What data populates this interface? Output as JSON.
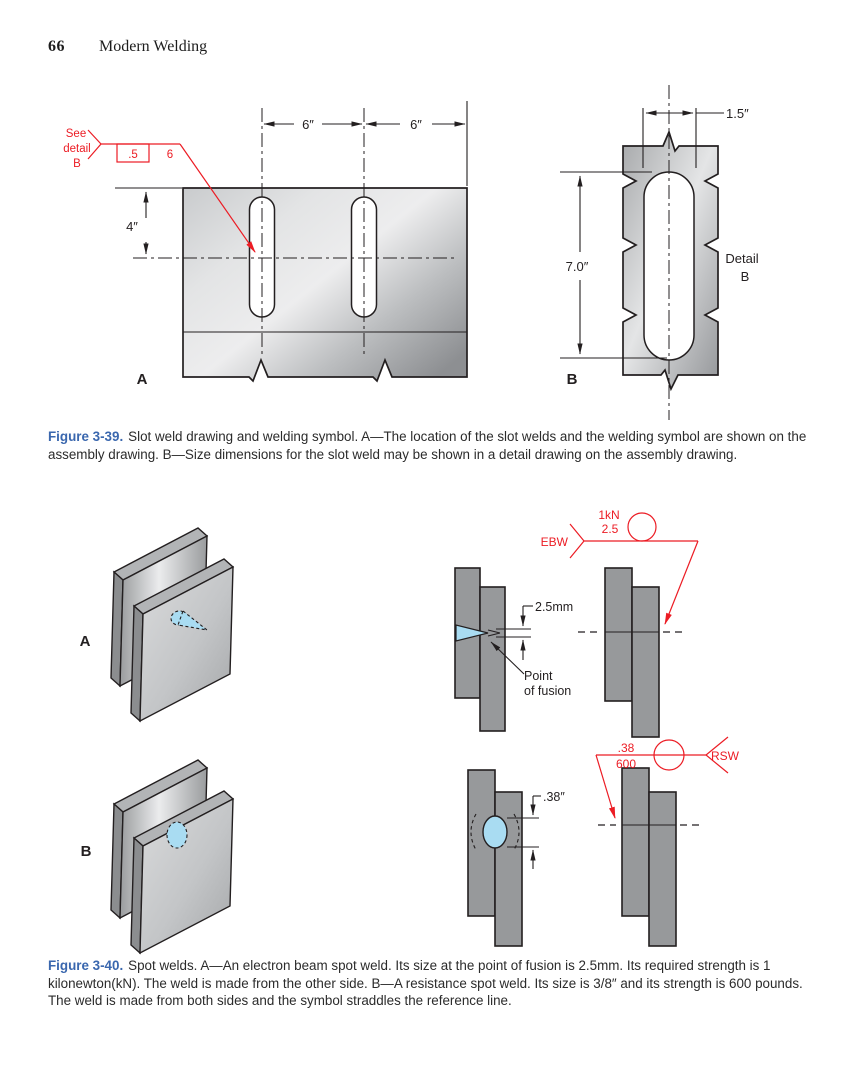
{
  "page": {
    "number": "66",
    "title": "Modern Welding"
  },
  "colors": {
    "red": "#EC1C24",
    "nugget_blue": "#A9DCF2",
    "caption_blue": "#3A67AE",
    "ink": "#231F20"
  },
  "fig39": {
    "weld_symbol": {
      "note": [
        "See",
        "detail",
        "B"
      ],
      "depth": ".5",
      "length": "6"
    },
    "view_a": {
      "label": "A",
      "dim_spacing_1": "6″",
      "dim_spacing_2": "6″",
      "dim_location": "4″"
    },
    "view_b": {
      "label": "B",
      "dim_width": "1.5″",
      "dim_length": "7.0″",
      "detail": [
        "Detail",
        "B"
      ]
    },
    "caption": {
      "label": "Figure 3-39.",
      "text": "Slot weld drawing and welding symbol. A—The location of the slot welds and the welding symbol are shown on the assembly drawing. B—Size dimensions for the slot weld may be shown in a detail drawing on the assembly drawing."
    }
  },
  "fig40": {
    "view_a": {
      "label": "A",
      "symbol": {
        "process": "EBW",
        "strength": "1kN",
        "size": "2.5"
      },
      "dim_size": "2.5mm",
      "fusion_note": [
        "Point",
        "of fusion"
      ]
    },
    "view_b": {
      "label": "B",
      "symbol": {
        "process": "RSW",
        "size": ".38",
        "strength": "600"
      },
      "dim_size": ".38″"
    },
    "caption": {
      "label": "Figure 3-40.",
      "text": "Spot welds. A—An electron beam spot weld. Its size at the point of fusion is 2.5mm. Its required strength is 1 kilonewton(kN). The weld is made from the other side. B—A resistance spot weld. Its size is 3/8″ and its strength is 600 pounds. The weld is made from both sides and the symbol straddles the reference line."
    }
  }
}
